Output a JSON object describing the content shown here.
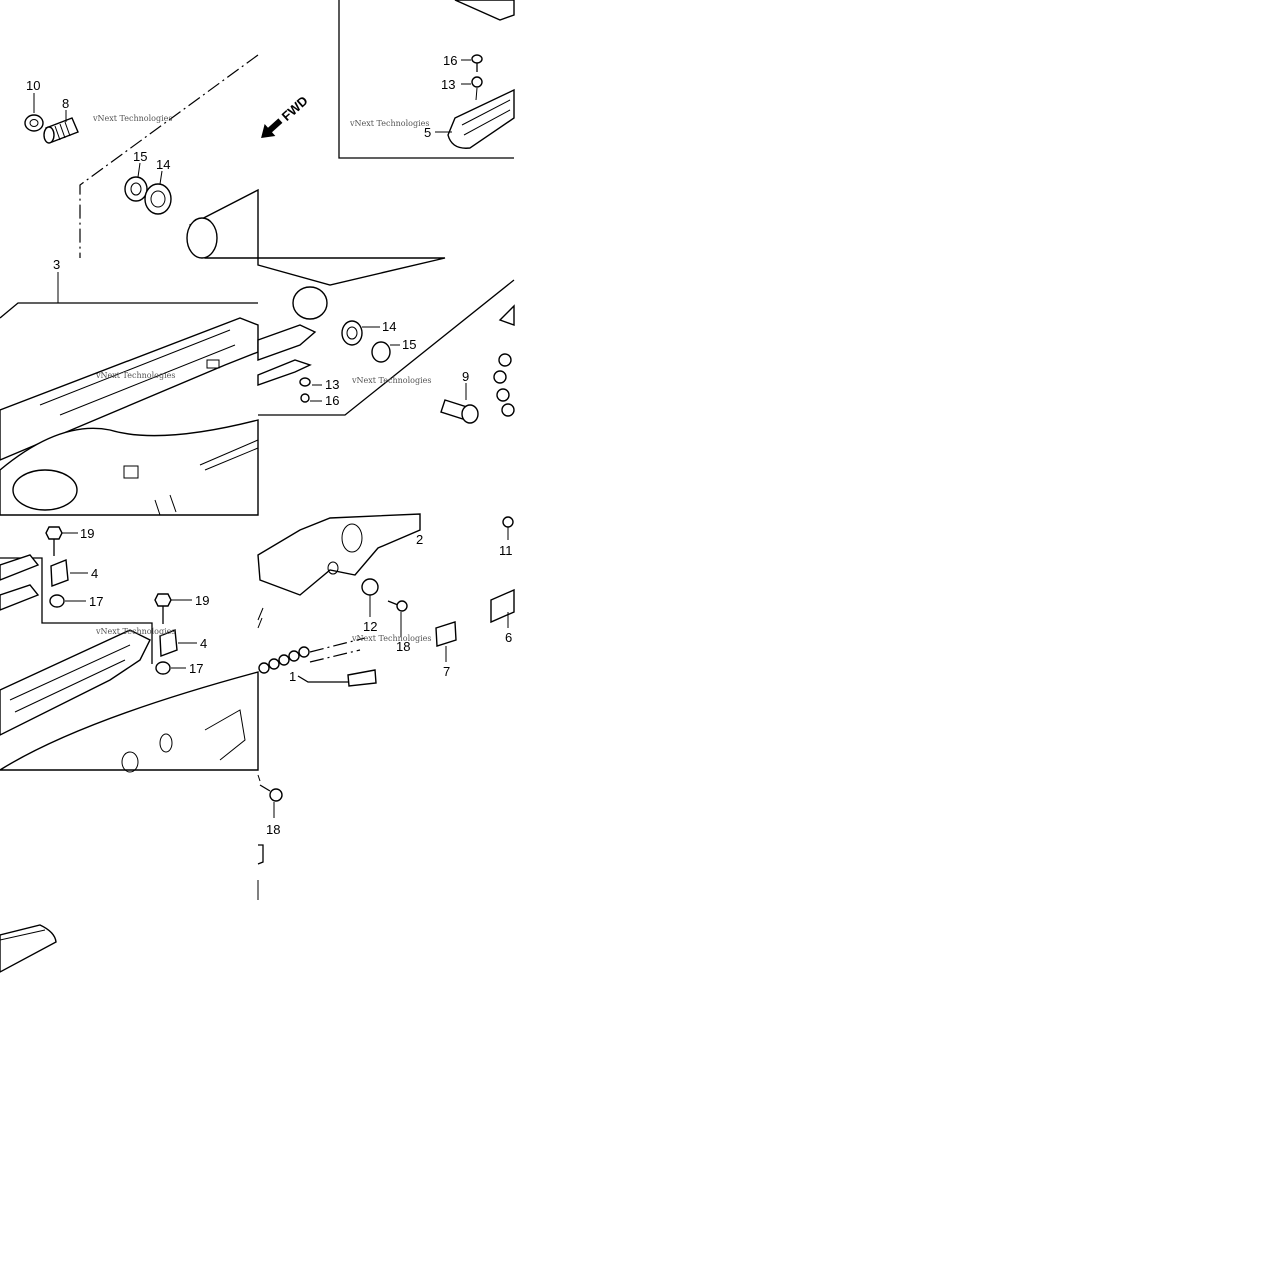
{
  "direction_label": "FWD",
  "watermark": "vNext Technologies",
  "callouts": {
    "c1": "1",
    "c2": "2",
    "c3": "3",
    "c4": "4",
    "c5": "5",
    "c6": "6",
    "c7": "7",
    "c8": "8",
    "c9": "9",
    "c10": "10",
    "c11": "11",
    "c12": "12",
    "c13": "13",
    "c14": "14",
    "c15": "15",
    "c16": "16",
    "c17": "17",
    "c18": "18",
    "c19": "19"
  }
}
